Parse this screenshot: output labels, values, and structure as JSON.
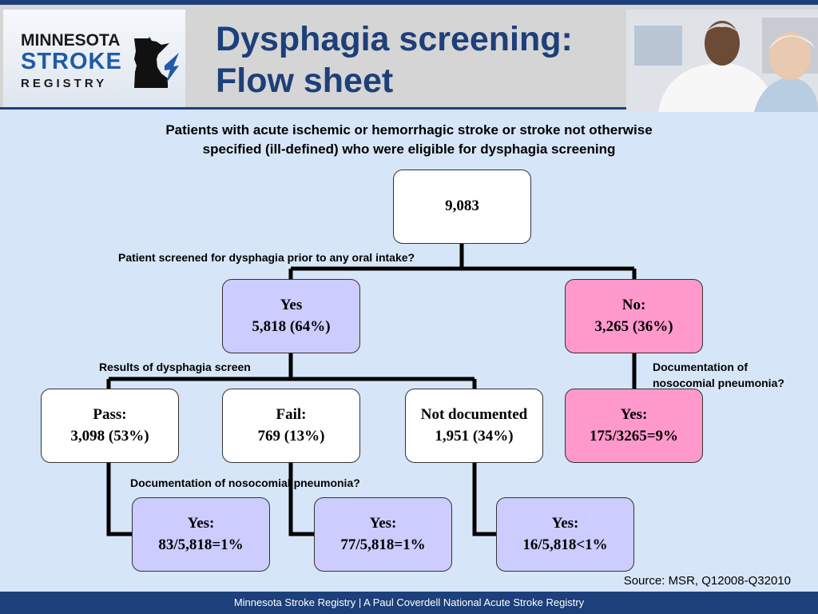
{
  "logo": {
    "line1": "MINNESOTA",
    "line2": "STROKE",
    "line3": "REGISTRY"
  },
  "title": {
    "line1": "Dysphagia screening:",
    "line2": "Flow sheet"
  },
  "subtitle": {
    "line1": "Patients with acute ischemic or hemorrhagic stroke or stroke not otherwise",
    "line2": "specified (ill-defined)  who were eligible for dysphagia screening"
  },
  "nodes": {
    "root": {
      "value": "9,083"
    },
    "yes": {
      "label": "Yes",
      "value": "5,818 (64%)"
    },
    "no": {
      "label": "No:",
      "value": "3,265 (36%)"
    },
    "pass": {
      "label": "Pass:",
      "value": "3,098 (53%)"
    },
    "fail": {
      "label": "Fail:",
      "value": "769 (13%)"
    },
    "notdoc": {
      "label": "Not documented",
      "value": "1,951 (34%)"
    },
    "no_yes": {
      "label": "Yes:",
      "value": "175/3265=9%"
    },
    "pass_yes": {
      "label": "Yes:",
      "value": "83/5,818=1%"
    },
    "fail_yes": {
      "label": "Yes:",
      "value": "77/5,818=1%"
    },
    "notdoc_yes": {
      "label": "Yes:",
      "value": "16/5,818<1%"
    }
  },
  "labels": {
    "screened": "Patient screened for dysphagia prior to any oral intake?",
    "results": "Results of dysphagia screen",
    "pneumonia_right_1": "Documentation of",
    "pneumonia_right_2": "nosocomial pneumonia?",
    "pneumonia_bottom": "Documentation of nosocomial pneumonia?"
  },
  "source": "Source: MSR, Q12008-Q32010",
  "footer": "Minnesota Stroke Registry | A Paul Coverdell National Acute Stroke Registry",
  "colors": {
    "navy": "#1d3f7a",
    "lavender": "#ccccff",
    "pink": "#ff99cc",
    "background": "#d6e6f8"
  }
}
